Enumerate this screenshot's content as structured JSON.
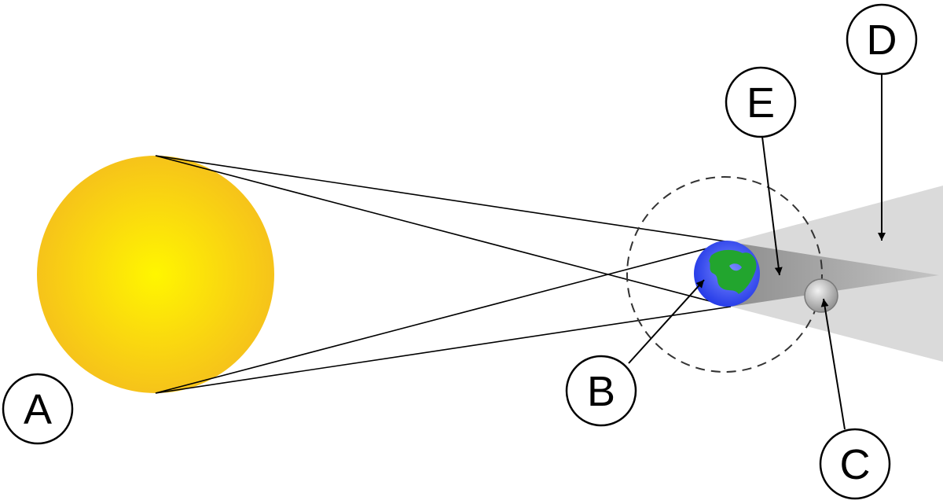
{
  "diagram": {
    "labels": {
      "a": "A",
      "b": "B",
      "c": "C",
      "d": "D",
      "e": "E"
    },
    "colors": {
      "sun_center": "#FFF200",
      "sun_edge": "#F5C518",
      "earth_ocean": "#3B5BFF",
      "earth_land": "#22A52E",
      "penumbra": "#D9D9D9",
      "umbra": "#A9A9A9",
      "moon": "#BDBDBD"
    }
  }
}
